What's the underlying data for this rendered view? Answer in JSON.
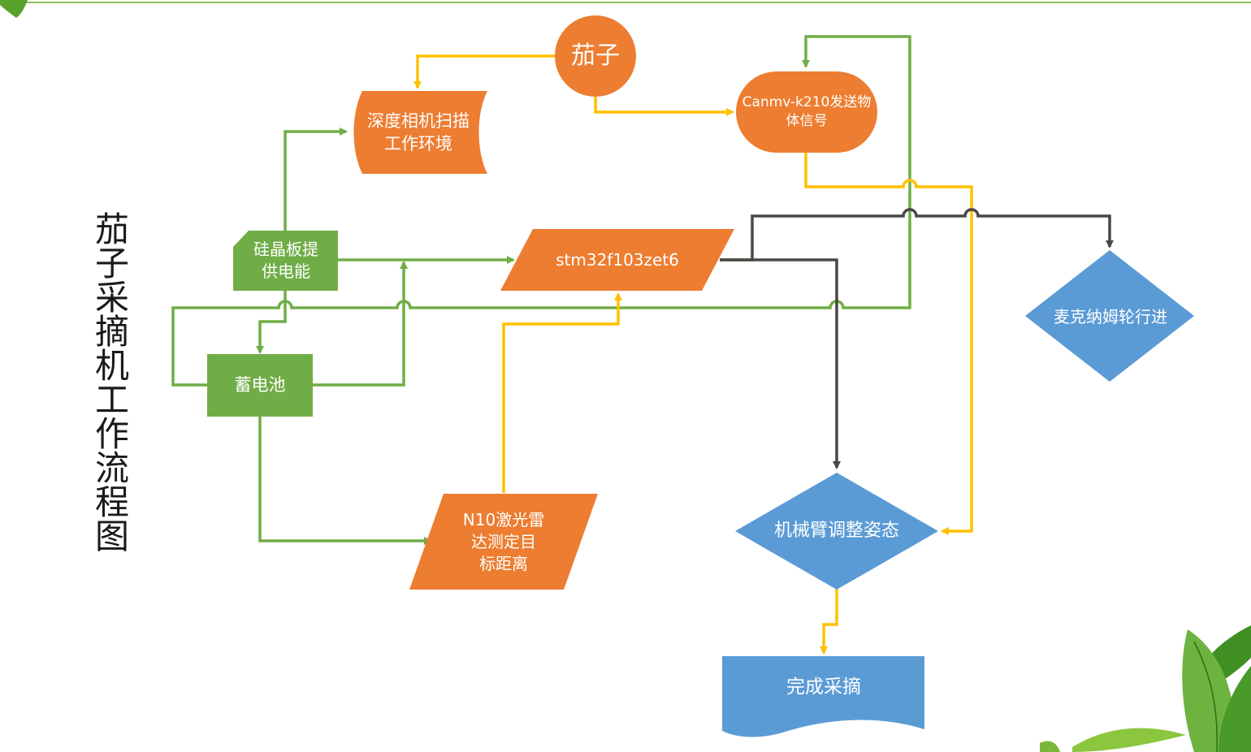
{
  "title": "茄子采摘机工作流程图",
  "colors": {
    "orange": "#ED7D31",
    "green": "#70AD47",
    "blue": "#5B9BD5",
    "yellow": "#FFC000",
    "dark": "#4D4743",
    "leaf": "#6CB33F"
  },
  "nodes": {
    "eggplant": "茄子",
    "depth_camera": "深度相机扫描\n工作环境",
    "canmv": "Canmv-k210发送物\n体信号",
    "solar": "硅晶板提\n供电能",
    "stm32": "stm32f103zet6",
    "battery": "蓄电池",
    "lidar": "N10激光雷\n达测定目\n标距离",
    "arm": "机械臂调整姿态",
    "mecanum": "麦克纳姆轮行进",
    "done": "完成采摘"
  },
  "icons": [
    "leaf-decoration-icon"
  ]
}
